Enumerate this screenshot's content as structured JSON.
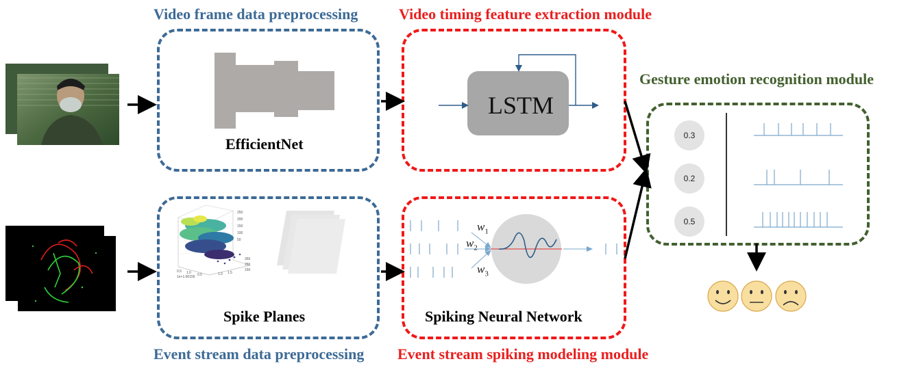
{
  "titles": {
    "video_preprocessing": "Video frame data preprocessing",
    "video_timing": "Video timing feature extraction module",
    "gesture_emotion": "Gesture emotion recognition module",
    "event_preprocessing": "Event stream data preprocessing",
    "event_spiking": "Event stream spiking modeling module"
  },
  "boxes": {
    "efficientnet_label": "EfficientNet",
    "lstm_label": "LSTM",
    "spike_planes_label": "Spike Planes",
    "snn_label": "Spiking Neural Network"
  },
  "snn_weights": [
    {
      "symbol": "w",
      "sub": "1"
    },
    {
      "symbol": "w",
      "sub": "2"
    },
    {
      "symbol": "w",
      "sub": "3"
    }
  ],
  "probabilities": [
    "0.3",
    "0.2",
    "0.5"
  ],
  "emotions": [
    "happy",
    "neutral",
    "sad"
  ],
  "colors": {
    "blue": "#3d6a96",
    "red": "#e8201f",
    "green": "#43602f"
  },
  "icons": [
    "video-frame-icon",
    "event-frame-icon",
    "smiley-face-icon",
    "neutral-face-icon",
    "sad-face-icon"
  ]
}
